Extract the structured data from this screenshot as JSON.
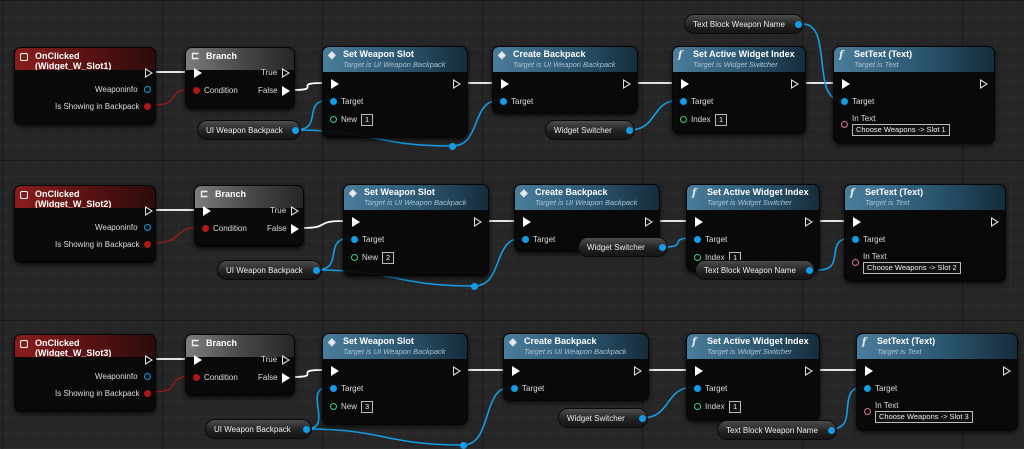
{
  "colors": {
    "exec": "#ffffff",
    "object": "#139de6",
    "bool": "#b01818",
    "int": "#3ed27a",
    "text": "#e0709a"
  },
  "rows": [
    {
      "event": {
        "title": "OnClicked (Widget_W_Slot1)",
        "pin_weaponinfo": "Weaponinfo",
        "pin_showing": "Is Showing in Backpack"
      },
      "branch": {
        "title": "Branch",
        "true_label": "True",
        "false_label": "False",
        "condition_label": "Condition"
      },
      "set_slot": {
        "title": "Set Weapon Slot",
        "subtitle": "Target is UI Weapon Backpack",
        "target_label": "Target",
        "new_label": "New",
        "new_value": "1"
      },
      "create": {
        "title": "Create Backpack",
        "subtitle": "Target is UI Weapon Backpack",
        "target_label": "Target"
      },
      "switcher": {
        "title": "Set Active Widget Index",
        "subtitle": "Target is Widget Switcher",
        "target_label": "Target",
        "index_label": "Index",
        "index_value": "1"
      },
      "settext": {
        "title": "SetText (Text)",
        "subtitle": "Target is Text",
        "target_label": "Target",
        "intext_label": "In Text",
        "intext_value": "Choose Weapons -> Slot 1"
      },
      "var_backpack": "UI Weapon Backpack",
      "var_switcher": "Widget Switcher",
      "var_textblock": "Text Block Weapon Name"
    },
    {
      "event": {
        "title": "OnClicked (Widget_W_Slot2)",
        "pin_weaponinfo": "Weaponinfo",
        "pin_showing": "Is Showing in Backpack"
      },
      "branch": {
        "title": "Branch",
        "true_label": "True",
        "false_label": "False",
        "condition_label": "Condition"
      },
      "set_slot": {
        "title": "Set Weapon Slot",
        "subtitle": "Target is UI Weapon Backpack",
        "target_label": "Target",
        "new_label": "New",
        "new_value": "2"
      },
      "create": {
        "title": "Create Backpack",
        "subtitle": "Target is UI Weapon Backpack",
        "target_label": "Target"
      },
      "switcher": {
        "title": "Set Active Widget Index",
        "subtitle": "Target is Widget Switcher",
        "target_label": "Target",
        "index_label": "Index",
        "index_value": "1"
      },
      "settext": {
        "title": "SetText (Text)",
        "subtitle": "Target is Text",
        "target_label": "Target",
        "intext_label": "In Text",
        "intext_value": "Choose Weapons -> Slot 2"
      },
      "var_backpack": "UI Weapon Backpack",
      "var_switcher": "Widget Switcher",
      "var_textblock": "Text Block Weapon Name"
    },
    {
      "event": {
        "title": "OnClicked (Widget_W_Slot3)",
        "pin_weaponinfo": "Weaponinfo",
        "pin_showing": "Is Showing in Backpack"
      },
      "branch": {
        "title": "Branch",
        "true_label": "True",
        "false_label": "False",
        "condition_label": "Condition"
      },
      "set_slot": {
        "title": "Set Weapon Slot",
        "subtitle": "Target is UI Weapon Backpack",
        "target_label": "Target",
        "new_label": "New",
        "new_value": "3"
      },
      "create": {
        "title": "Create Backpack",
        "subtitle": "Target is UI Weapon Backpack",
        "target_label": "Target"
      },
      "switcher": {
        "title": "Set Active Widget Index",
        "subtitle": "Target is Widget Switcher",
        "target_label": "Target",
        "index_label": "Index",
        "index_value": "1"
      },
      "settext": {
        "title": "SetText (Text)",
        "subtitle": "Target is Text",
        "target_label": "Target",
        "intext_label": "In Text",
        "intext_value": "Choose Weapons -> Slot 3"
      },
      "var_backpack": "UI Weapon Backpack",
      "var_switcher": "Widget Switcher",
      "var_textblock": "Text Block Weapon Name"
    }
  ]
}
